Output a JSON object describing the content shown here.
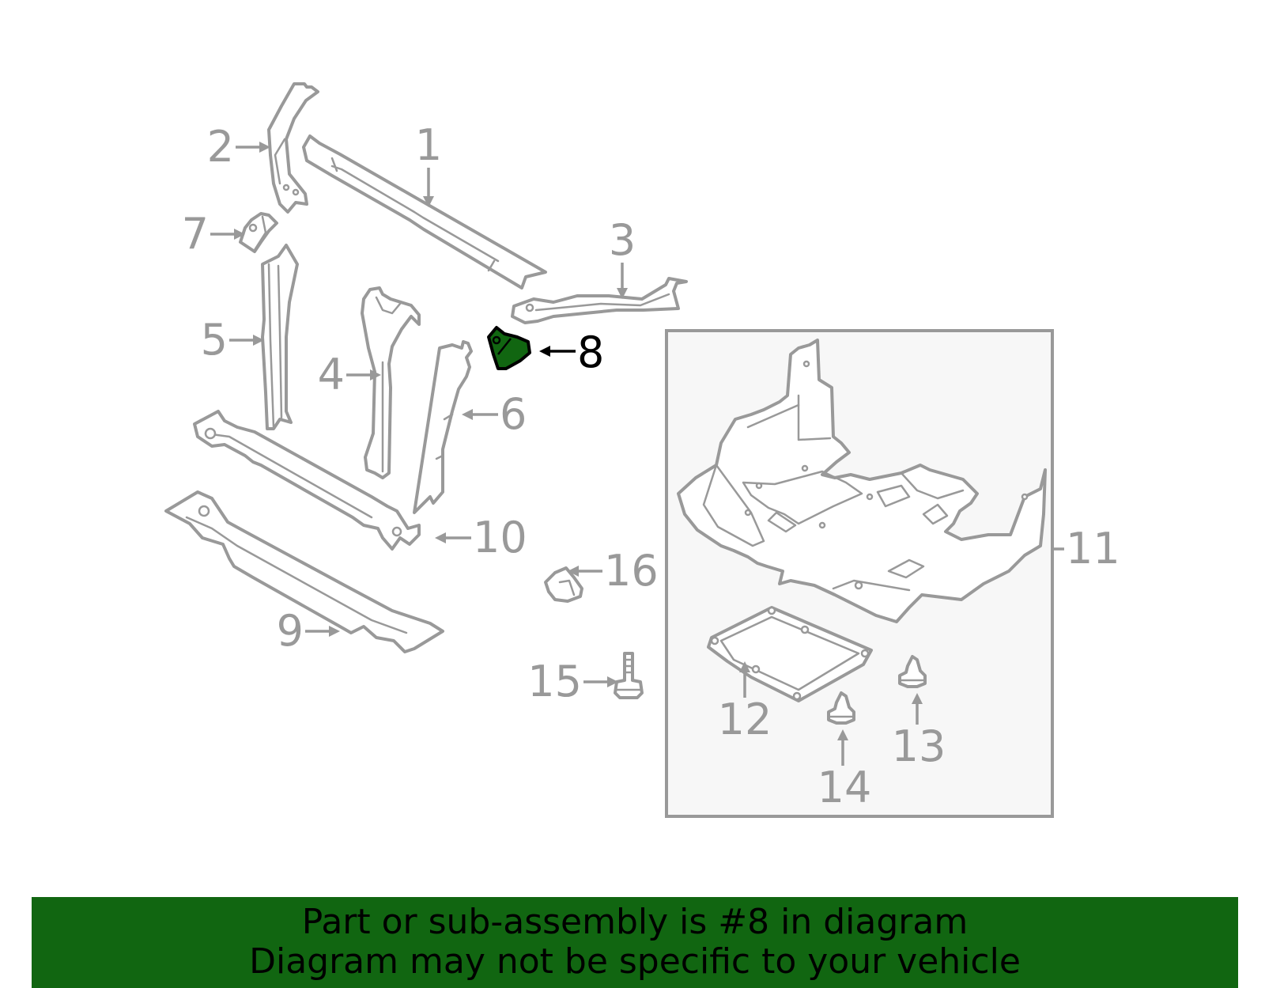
{
  "diagram": {
    "callouts": [
      "1",
      "2",
      "3",
      "4",
      "5",
      "6",
      "7",
      "8",
      "9",
      "10",
      "11",
      "12",
      "13",
      "14",
      "15",
      "16"
    ],
    "highlighted_part": "8",
    "colors": {
      "outline": "#999999",
      "highlight_fill": "#116611",
      "highlight_label": "#000000",
      "subassembly_box": "#f7f7f7"
    }
  },
  "banner": {
    "line1": "Part or sub-assembly is #8 in diagram",
    "line2": "Diagram may not be specific to your vehicle",
    "background": "#116611"
  }
}
